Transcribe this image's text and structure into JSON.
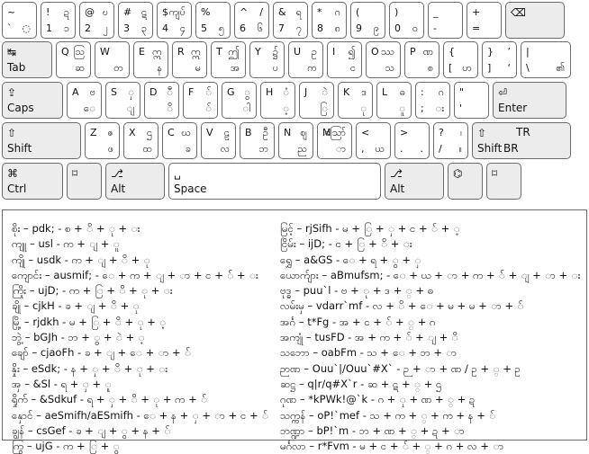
{
  "keyboard": {
    "rows": [
      [
        {
          "id": "backtick",
          "w": 39,
          "mod": false,
          "tl": "~",
          "bl": "`",
          "tr": "",
          "br": "◌"
        },
        {
          "id": "1",
          "w": 39,
          "mod": false,
          "tl": "!",
          "bl": "1",
          "tr": "ဍ",
          "br": "၁"
        },
        {
          "id": "2",
          "w": 39,
          "mod": false,
          "tl": "@",
          "bl": "2",
          "tr": "ဎ",
          "br": "၂"
        },
        {
          "id": "3",
          "w": 39,
          "mod": false,
          "tl": "#",
          "bl": "3",
          "tr": "ဋ",
          "br": "၃"
        },
        {
          "id": "4",
          "w": 39,
          "mod": false,
          "tl": "$",
          "bl": "4",
          "tr": "ကျပ်",
          "br": "၄"
        },
        {
          "id": "5",
          "w": 39,
          "mod": false,
          "tl": "%",
          "bl": "5",
          "tr": "",
          "br": "၅"
        },
        {
          "id": "6",
          "w": 39,
          "mod": false,
          "tl": "^",
          "bl": "6",
          "tr": "/",
          "br": "၆"
        },
        {
          "id": "7",
          "w": 39,
          "mod": false,
          "tl": "&",
          "bl": "7",
          "tr": "ရ",
          "br": "၇"
        },
        {
          "id": "8",
          "w": 39,
          "mod": false,
          "tl": "*",
          "bl": "8",
          "tr": "ဂ",
          "br": "၈"
        },
        {
          "id": "9",
          "w": 39,
          "mod": false,
          "tl": "(",
          "bl": "9",
          "tr": "",
          "br": "၉"
        },
        {
          "id": "0",
          "w": 39,
          "mod": false,
          "tl": ")",
          "bl": "0",
          "tr": "",
          "br": "၀"
        },
        {
          "id": "minus",
          "w": 39,
          "mod": false,
          "tl": "_",
          "bl": "-",
          "tr": "",
          "br": ""
        },
        {
          "id": "equals",
          "w": 39,
          "mod": false,
          "tl": "+",
          "bl": "=",
          "tr": "",
          "br": ""
        },
        {
          "id": "backspace",
          "w": 66,
          "mod": true,
          "mt": "⌫",
          "mb": ""
        }
      ],
      [
        {
          "id": "tab",
          "w": 56,
          "mod": true,
          "mt": "↹",
          "mb": "Tab"
        },
        {
          "id": "q",
          "w": 39,
          "mod": false,
          "tl": "Q",
          "bl": "",
          "tr": "ဩ",
          "br": "ဆ"
        },
        {
          "id": "w",
          "w": 39,
          "mod": false,
          "tl": "W",
          "bl": "",
          "tr": "",
          "br": "တ"
        },
        {
          "id": "e",
          "w": 39,
          "mod": false,
          "tl": "E",
          "bl": "",
          "tr": "ဣ",
          "br": "န"
        },
        {
          "id": "r",
          "w": 39,
          "mod": false,
          "tl": "R",
          "bl": "",
          "tr": "ဣ",
          "br": "မ"
        },
        {
          "id": "t",
          "w": 39,
          "mod": false,
          "tl": "T",
          "bl": "",
          "tr": "ဤ",
          "br": "အ"
        },
        {
          "id": "y",
          "w": 39,
          "mod": false,
          "tl": "Y",
          "bl": "",
          "tr": "၌",
          "br": "ပ"
        },
        {
          "id": "u",
          "w": 39,
          "mod": false,
          "tl": "U",
          "bl": "",
          "tr": "ဥ",
          "br": "က"
        },
        {
          "id": "i",
          "w": 39,
          "mod": false,
          "tl": "I",
          "bl": "",
          "tr": "၍",
          "br": "င"
        },
        {
          "id": "o",
          "w": 39,
          "mod": false,
          "tl": "O",
          "bl": "",
          "tr": "ဿ",
          "br": "သ"
        },
        {
          "id": "p",
          "w": 39,
          "mod": false,
          "tl": "P",
          "bl": "",
          "tr": "ဏ",
          "br": "စ"
        },
        {
          "id": "lbracket",
          "w": 39,
          "mod": false,
          "tl": "{",
          "bl": "[",
          "tr": "",
          "br": "ဟ"
        },
        {
          "id": "rbracket",
          "w": 39,
          "mod": false,
          "tl": "}",
          "bl": "]",
          "tr": "’",
          "br": "‘"
        },
        {
          "id": "backslash",
          "w": 56,
          "mod": false,
          "tl": "|",
          "bl": "\\",
          "tr": "",
          "br": "၏"
        }
      ],
      [
        {
          "id": "caps",
          "w": 68,
          "mod": true,
          "mt": "⇪",
          "mb": "Caps"
        },
        {
          "id": "a",
          "w": 39,
          "mod": false,
          "tl": "A",
          "bl": "",
          "tr": "ဗ",
          "br": "ေ"
        },
        {
          "id": "s",
          "w": 39,
          "mod": false,
          "tl": "S",
          "bl": "",
          "tr": "ှ",
          "br": "ျ"
        },
        {
          "id": "d",
          "w": 39,
          "mod": false,
          "tl": "D",
          "bl": "",
          "tr": "ီ",
          "br": "ိ"
        },
        {
          "id": "f",
          "w": 39,
          "mod": false,
          "tl": "F",
          "bl": "",
          "tr": "်",
          "br": "်"
        },
        {
          "id": "g",
          "w": 39,
          "mod": false,
          "tl": "G",
          "bl": "",
          "tr": "ွ",
          "br": "ါ"
        },
        {
          "id": "h",
          "w": 39,
          "mod": false,
          "tl": "H",
          "bl": "",
          "tr": "ံ",
          "br": "့"
        },
        {
          "id": "j",
          "w": 39,
          "mod": false,
          "tl": "J",
          "bl": "",
          "tr": "ဲ",
          "br": "ြ"
        },
        {
          "id": "k",
          "w": 39,
          "mod": false,
          "tl": "K",
          "bl": "",
          "tr": "ဒ",
          "br": "ု"
        },
        {
          "id": "l",
          "w": 39,
          "mod": false,
          "tl": "L",
          "bl": "",
          "tr": "ဓ",
          "br": "ူ"
        },
        {
          "id": "semicolon",
          "w": 39,
          "mod": false,
          "tl": ":",
          "bl": ";",
          "tr": "ဂ",
          "br": "း"
        },
        {
          "id": "quote",
          "w": 39,
          "mod": false,
          "tl": "\"",
          "bl": "'",
          "tr": "",
          "br": ""
        },
        {
          "id": "enter",
          "w": 82,
          "mod": true,
          "mt": "⏎",
          "mb": "Enter"
        }
      ],
      [
        {
          "id": "lshift",
          "w": 88,
          "mod": true,
          "mt": "⇧",
          "mb": "Shift"
        },
        {
          "id": "z",
          "w": 39,
          "mod": false,
          "tl": "Z",
          "bl": "",
          "tr": "ဇ",
          "br": "ဖ"
        },
        {
          "id": "x",
          "w": 39,
          "mod": false,
          "tl": "X",
          "bl": "",
          "tr": "ဌ",
          "br": "ထ"
        },
        {
          "id": "c",
          "w": 39,
          "mod": false,
          "tl": "C",
          "bl": "",
          "tr": "ဃ",
          "br": "ခ"
        },
        {
          "id": "v",
          "w": 39,
          "mod": false,
          "tl": "V",
          "bl": "",
          "tr": "ဠ",
          "br": "လ"
        },
        {
          "id": "b",
          "w": 39,
          "mod": false,
          "tl": "B",
          "bl": "",
          "tr": "ဦ",
          "br": "ဘ"
        },
        {
          "id": "n",
          "w": 39,
          "mod": false,
          "tl": "N",
          "bl": "",
          "tr": "ဈ",
          "br": "ည"
        },
        {
          "id": "m",
          "w": 39,
          "mod": false,
          "tl": "M",
          "bl": "",
          "tr": "ဪ",
          "br": "ာ"
        },
        {
          "id": "comma",
          "w": 39,
          "mod": false,
          "tl": "<",
          "bl": ",",
          "tr": "",
          "br": "ယ"
        },
        {
          "id": "period",
          "w": 39,
          "mod": false,
          "tl": ">",
          "bl": ".",
          "tr": "",
          "br": "."
        },
        {
          "id": "slash",
          "w": 39,
          "mod": false,
          "tl": "?",
          "bl": "/",
          "tr": "၊",
          "br": "။"
        },
        {
          "id": "rshift",
          "w": 110,
          "mod": true,
          "mt": "⇧",
          "mb": "Shift",
          "mtr": "TR",
          "mbr": "BR"
        }
      ],
      [
        {
          "id": "ctrl",
          "w": 68,
          "mod": true,
          "mt": "⌘",
          "mb": "Ctrl"
        },
        {
          "id": "fn",
          "w": 39,
          "mod": true,
          "mt": "⌑",
          "mb": ""
        },
        {
          "id": "lalt",
          "w": 66,
          "mod": true,
          "mt": "⎇",
          "mb": "Alt"
        },
        {
          "id": "space",
          "w": 236,
          "mod": false,
          "mt": "␣",
          "mb": "Space"
        },
        {
          "id": "ralt",
          "w": 66,
          "mod": true,
          "mt": "⎇",
          "mb": "Alt"
        },
        {
          "id": "menu",
          "w": 39,
          "mod": true,
          "mt": "⌬",
          "mb": ""
        },
        {
          "id": "rfn",
          "w": 39,
          "mod": true,
          "mt": "⌑",
          "mb": ""
        }
      ]
    ]
  },
  "panel": {
    "left": [
      "စိုး – pdk; - စ + ိ + ု + း",
      "ကျူ – usl - က + ျ + ူ",
      "ကျို – usdk - က + ျ + ိ + ု",
      "ကျောင်း – ausmif; - ေ + က + ျ + ာ + င + ် + း",
      "ကြိုး – ujD; - က + ြ + ိ + ု + း",
      "ချို – cjkH - ခ + ျ + ိ + ု",
      "မြို့ – rjdkh - မ + ြ + ိ + ု + ့",
      "ဘွဲ့ – bGJh - ဘ + ွ + ဲ + ့",
      "ချော် – cjaoFh - ခ + ျ + ေ + ာ + ်",
      "နှိုး – eSdk; - န + ှ + ိ + ု + း",
      "အှ – &Sl - ရ + ှ + ူ",
      "ရှိုက် – &Sdkuf - ရ + ှ + ိ + ု + က + ်",
      "နှောင် – aeSmifh/aESmifh - ေ + န + ှ + ာ + င + ်",
      "ချွန် – csGef - ခ + ျ + ွ + န + ်",
      "ကြွ – ujG - က + ြ + ွ"
    ],
    "right": [
      "မြင့် – rjSifh - မ + ြ + ှ + င + ် + ့",
      "ငြိမ်း – ijD; - င + ြ + ိ + း",
      "ရွှေ – a&GS - ေ + ရ + ွ + ှ",
      "ယောက်ျား – aBmufsm; - ေ + ယ + ာ + က + ် + ျ + ာ + း",
      "ဗုဒ္ဓ – puu`l - ဗ + ု + ဒ + ္ + ဓ",
      "လမ်းမှ – vdarr`mf - လ + ိ + ေ + မ + မ + ာ + ်",
      "အင်္ဂ – t*Fg - အ + င + ် + ္ + ဂ",
      "အကျုံ – tusFD - အ + က + ် + ျ + ိ",
      "သဘော – oabFm - သ + ေ + ဘ + ာ",
      "ဉာဏ – Ouu`|/Ouu`#X` - ဉ + ာ + ဏ / ဥ + ္ + ဥ",
      "ဆဋ္ဌ – q|r/q#X`r - ဆ + ဋ + ္ + ဌ",
      "ဂုဏ – *kPWk!@`k - ဂ + ု + ဏ + ္ + ဍ",
      "သက္ကန် – oP!`mef - သ + က + ္ + က + န + ်",
      "ဘဏ္ဍာ – bP!`m - ဘ + ဏ + ္ + ဍ + ာ",
      "မင်္ဂလာ – r*Fvm - မ + င + ် + ္ + ဂ + လ + ာ"
    ]
  }
}
